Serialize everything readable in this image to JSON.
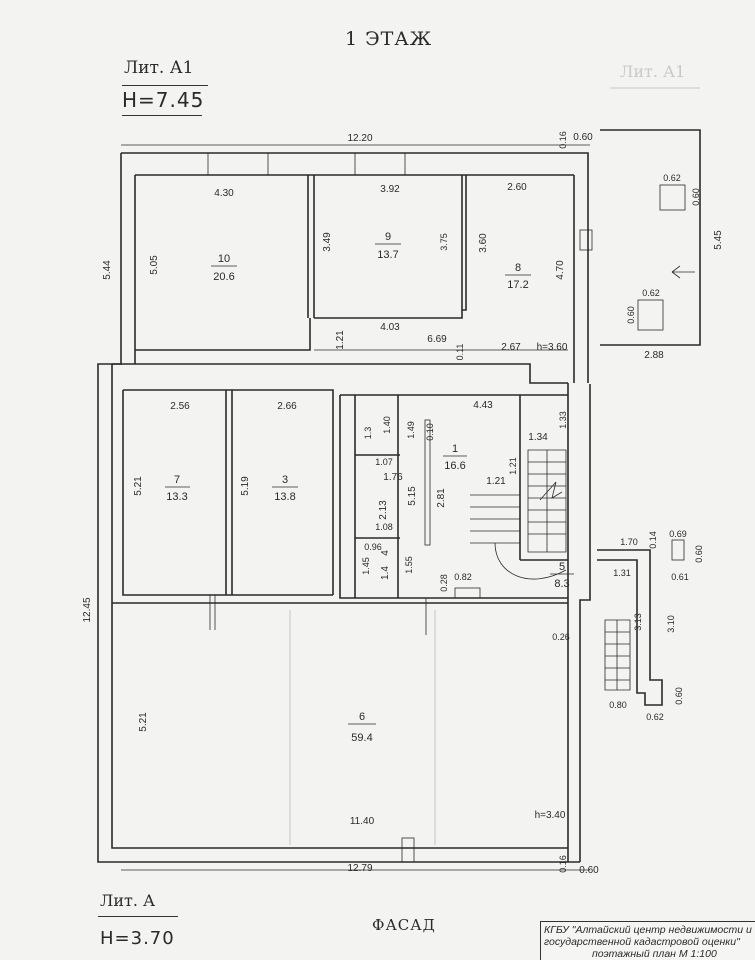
{
  "header": {
    "floor_title": "1 ЭТАЖ",
    "lit_a1": "Лит. А1",
    "h_a1": "H=7.45",
    "lit_a1_ghost": "Лит. А1"
  },
  "footer": {
    "lit_a": "Лит. А",
    "h_a": "H=3.70",
    "facade": "ФАСАД",
    "stamp_line1": "КГБУ \"Алтайский центр недвижимости и",
    "stamp_line2": "государственной кадастровой оценки\"",
    "stamp_line3": "поэтажный план М 1:100"
  },
  "rooms": [
    {
      "id": "10",
      "area": "20.6"
    },
    {
      "id": "9",
      "area": "13.7"
    },
    {
      "id": "8",
      "area": "17.2"
    },
    {
      "id": "7",
      "area": "13.3"
    },
    {
      "id": "3",
      "area": "13.8"
    },
    {
      "id": "1",
      "area": "16.6"
    },
    {
      "id": "2",
      "area": "2.13"
    },
    {
      "id": "4",
      "area": "1.4"
    },
    {
      "id": "5",
      "area": "8.3"
    },
    {
      "id": "6",
      "area": "59.4"
    }
  ],
  "dimensions": {
    "top_total": "12.20",
    "top_right_a": "0.16",
    "top_right_b": "0.60",
    "left_upper": "5.44",
    "left_total": "12.45",
    "r10_w": "4.30",
    "r10_h": "5.05",
    "r9_w": "3.92",
    "r9_h": "3.49",
    "r9_h2": "3.75",
    "r8_w": "2.60",
    "r8_h": "3.60",
    "r8_h2": "4.70",
    "corr_w": "4.03",
    "corr_h": "1.21",
    "corr_len": "6.69",
    "corr_gap": "0.11",
    "corr_2": "2.67",
    "h360": "h=3.60",
    "r7_w": "2.56",
    "r7_h": "5.21",
    "r3_w": "2.66",
    "r3_h": "5.19",
    "wc1_w": "1.40",
    "wc1_h": "1.3",
    "hall_h": "1.49",
    "wall_010": "0.10",
    "hall_w": "4.43",
    "stair_w": "1.34",
    "stair_h": "1.33",
    "stair_h2": "1.21",
    "stair_w2": "1.21",
    "wc_107": "1.07",
    "hall_176": "1.76",
    "hall_515": "5.15",
    "hall_281": "2.81",
    "wc2_w": "1.08",
    "wc2_w2": "0.96",
    "wc2_h": "1.45",
    "hall_155": "1.55",
    "door_028": "0.28",
    "door_082": "0.82",
    "r6_h": "5.21",
    "r6_w": "11.40",
    "h340": "h=3.40",
    "gap_026": "0.26",
    "bottom_total": "12.79",
    "bottom_right_a": "0.16",
    "bottom_right_b": "0.60",
    "ext_w": "2.88",
    "ext_h": "5.45",
    "ext_062a": "0.62",
    "ext_060a": "0.60",
    "ext_062b": "0.62",
    "ext_060b": "0.60",
    "porch_170": "1.70",
    "porch_014": "0.14",
    "porch_069": "0.69",
    "porch_060": "0.60",
    "porch_131": "1.31",
    "porch_061": "0.61",
    "porch_313": "3.13",
    "porch_310": "3.10",
    "porch_080": "0.80",
    "porch_062": "0.62",
    "porch_060b": "0.60"
  }
}
